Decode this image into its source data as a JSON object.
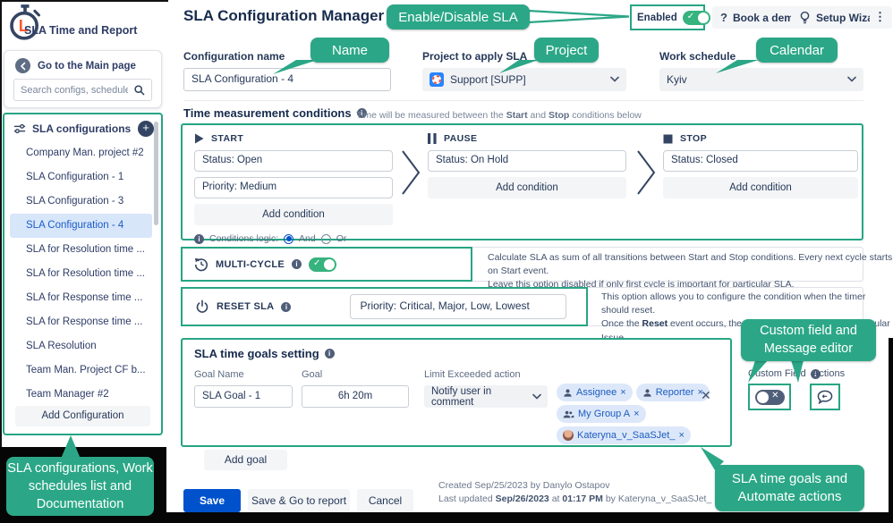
{
  "app": {
    "logo_text": "SLA Time and Report"
  },
  "icons": {
    "close": "×",
    "check": "✓",
    "cross": "✕",
    "ellipsis": "⋮",
    "question": "?",
    "plus": "+",
    "clear": "✕"
  },
  "colors": {
    "accent": "#2BA787",
    "highlight_border": "#26A584",
    "primary": "#0052CC",
    "toggle_on": "#36B37E",
    "navy": "#172B4D"
  },
  "sidebar": {
    "back_label": "Go to the Main page",
    "search_placeholder": "Search configs, schedules",
    "list_header": "SLA configurations",
    "items": [
      {
        "label": "Company Man. project #2",
        "selected": false
      },
      {
        "label": "SLA Configuration - 1",
        "selected": false
      },
      {
        "label": "SLA Configuration - 3",
        "selected": false
      },
      {
        "label": "SLA Configuration - 4",
        "selected": true
      },
      {
        "label": "SLA for Resolution time ...",
        "selected": false
      },
      {
        "label": "SLA for Resolution time ...",
        "selected": false
      },
      {
        "label": "SLA for Response time ...",
        "selected": false
      },
      {
        "label": "SLA for Response time ...",
        "selected": false
      },
      {
        "label": "SLA Resolution",
        "selected": false
      },
      {
        "label": "Team Man. Project CF b...",
        "selected": false
      },
      {
        "label": "Team Manager #2",
        "selected": false
      }
    ],
    "add_button": "Add Configuration"
  },
  "header": {
    "title": "SLA Configuration Manager",
    "enabled_label": "Enabled",
    "book_demo": "Book a demo",
    "setup_wizard": "Setup Wizard"
  },
  "form": {
    "config_name": {
      "label": "Configuration name",
      "value": "SLA Configuration - 4"
    },
    "project": {
      "label": "Project to apply SLA",
      "value": "Support [SUPP]"
    },
    "schedule": {
      "label": "Work schedule",
      "value": "Kyiv"
    }
  },
  "conditions": {
    "title": "Time measurement conditions",
    "subtitle_p1": "Time will be measured between the ",
    "subtitle_b1": "Start",
    "subtitle_p2": " and ",
    "subtitle_b2": "Stop",
    "subtitle_p3": " conditions below",
    "start": {
      "label": "START",
      "cond1": "Status: Open",
      "cond2": "Priority: Medium",
      "add": "Add condition"
    },
    "pause": {
      "label": "PAUSE",
      "cond1": "Status: On Hold",
      "add": "Add condition"
    },
    "stop": {
      "label": "STOP",
      "cond1": "Status: Closed",
      "add": "Add condition"
    },
    "logic": {
      "label": "Conditions logic:",
      "and": "And",
      "or": "Or"
    }
  },
  "multicycle": {
    "label": "MULTI-CYCLE",
    "line1": "Calculate SLA as sum of all transitions between Start and Stop conditions. Every next cycle starts on Start event.",
    "line2": "Leave this option disabled if only first cycle is important for particular SLA."
  },
  "reset": {
    "label": "RESET SLA",
    "value": "Priority: Critical, Major, Low, Lowest",
    "line1": "This option allows you to configure the condition when the timer should reset.",
    "line2_p1": "Once the ",
    "line2_b1": "Reset",
    "line2_p2": " event occurs, the timer stops ticking for the particular Issue."
  },
  "goals": {
    "title": "SLA time goals setting",
    "col_name": "Goal Name",
    "col_goal": "Goal",
    "col_action": "Limit Exceeded action",
    "row": {
      "name": "SLA Goal - 1",
      "goal": "6h 20m",
      "action": "Notify user in comment",
      "tags": [
        {
          "label": "Assignee",
          "icon": "person"
        },
        {
          "label": "Reporter",
          "icon": "person"
        },
        {
          "label": "My Group A",
          "icon": "group"
        },
        {
          "label": "Kateryna_v_SaaSJet_",
          "icon": "avatar"
        }
      ]
    },
    "custom_field_label": "Custom Field",
    "actions_label": "Actions",
    "add_goal": "Add goal"
  },
  "footer": {
    "save": "Save",
    "save_go": "Save & Go to report",
    "cancel": "Cancel",
    "created": "Created Sep/25/2023 by Danylo Ostapov",
    "updated_p1": "Last updated ",
    "updated_b1": "Sep/26/2023",
    "updated_p2": " at ",
    "updated_b2": "01:17 PM",
    "updated_p3": " by Kateryna_v_SaaSJet_"
  },
  "callouts": {
    "enable": "Enable/Disable SLA",
    "name": "Name",
    "project": "Project",
    "calendar": "Calendar",
    "custom_field": "Custom field and Message editor",
    "sidebar": "SLA configurations, Work schedules list and Documentation",
    "goals": "SLA time goals and Automate actions"
  }
}
